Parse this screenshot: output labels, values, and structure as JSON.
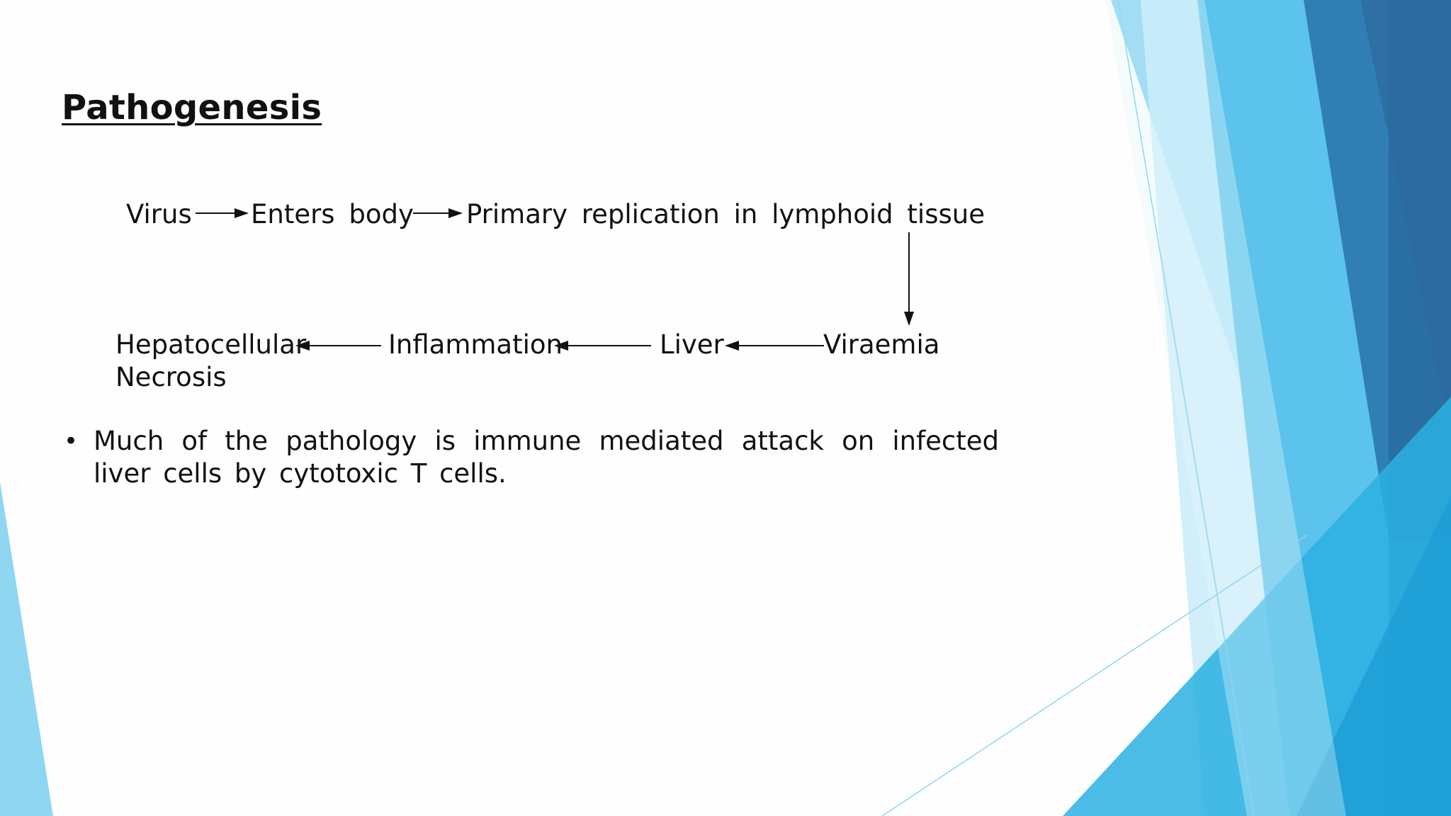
{
  "slide": {
    "title": "Pathogenesis",
    "flow": {
      "row1": [
        "Virus",
        "Enters  body",
        "Primary  replication in  lymphoid  tissue"
      ],
      "row2": [
        "Hepatocellular",
        "Inflammation",
        "Liver",
        "Viraemia"
      ],
      "row2_sub": "Necrosis"
    },
    "bullet": {
      "marker": "•",
      "text": "Much of the pathology is immune mediated attack on infected liver cells by cytotoxic T cells."
    }
  },
  "theme": {
    "accent_light": "#8fd6f1",
    "accent_mid": "#3bb7e6",
    "accent_dark": "#2a6fa3",
    "text": "#111111"
  }
}
